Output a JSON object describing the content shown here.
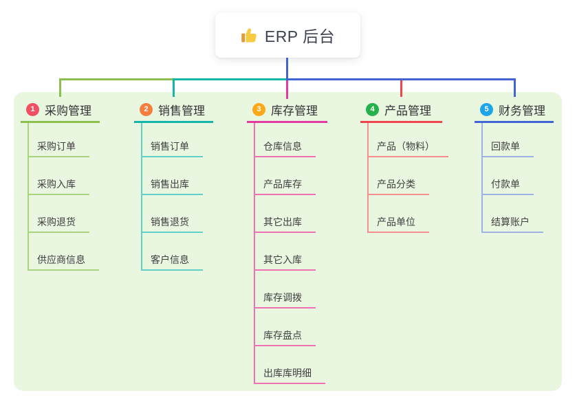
{
  "root": {
    "label": "ERP 后台",
    "icon": "thumbs-up"
  },
  "colors": {
    "page_bg": "#ffffff",
    "panel_bg": "#e9f6e0",
    "root_connector": "#4463d2",
    "root_text": "#3d4352",
    "branch_label": "#333333",
    "child_label": "#3f3f3f",
    "thumb_body": "#f7cc41",
    "thumb_cuff": "#dd9f3d"
  },
  "branches": [
    {
      "index": "1",
      "label": "采购管理",
      "badge_color": "#f05062",
      "line_color": "#8cbf4f",
      "child_line_color": "#a9d37d",
      "children": [
        "采购订单",
        "采购入库",
        "采购退货",
        "供应商信息"
      ]
    },
    {
      "index": "2",
      "label": "销售管理",
      "badge_color": "#f57e3e",
      "line_color": "#16b5ab",
      "child_line_color": "#62cfc6",
      "children": [
        "销售订单",
        "销售出库",
        "销售退货",
        "客户信息"
      ]
    },
    {
      "index": "3",
      "label": "库存管理",
      "badge_color": "#fba919",
      "line_color": "#e23aa0",
      "child_line_color": "#f070b4",
      "children": [
        "仓库信息",
        "产品库存",
        "其它出库",
        "其它入库",
        "库存调拨",
        "库存盘点",
        "出库库明细"
      ]
    },
    {
      "index": "4",
      "label": "产品管理",
      "badge_color": "#27b14c",
      "line_color": "#f2444e",
      "child_line_color": "#f6908f",
      "children": [
        "产品（物料）",
        "产品分类",
        "产品单位"
      ]
    },
    {
      "index": "5",
      "label": "财务管理",
      "badge_color": "#1ea5e9",
      "line_color": "#4063d8",
      "child_line_color": "#9db1e4",
      "children": [
        "回款单",
        "付款单",
        "结算账户"
      ]
    }
  ]
}
